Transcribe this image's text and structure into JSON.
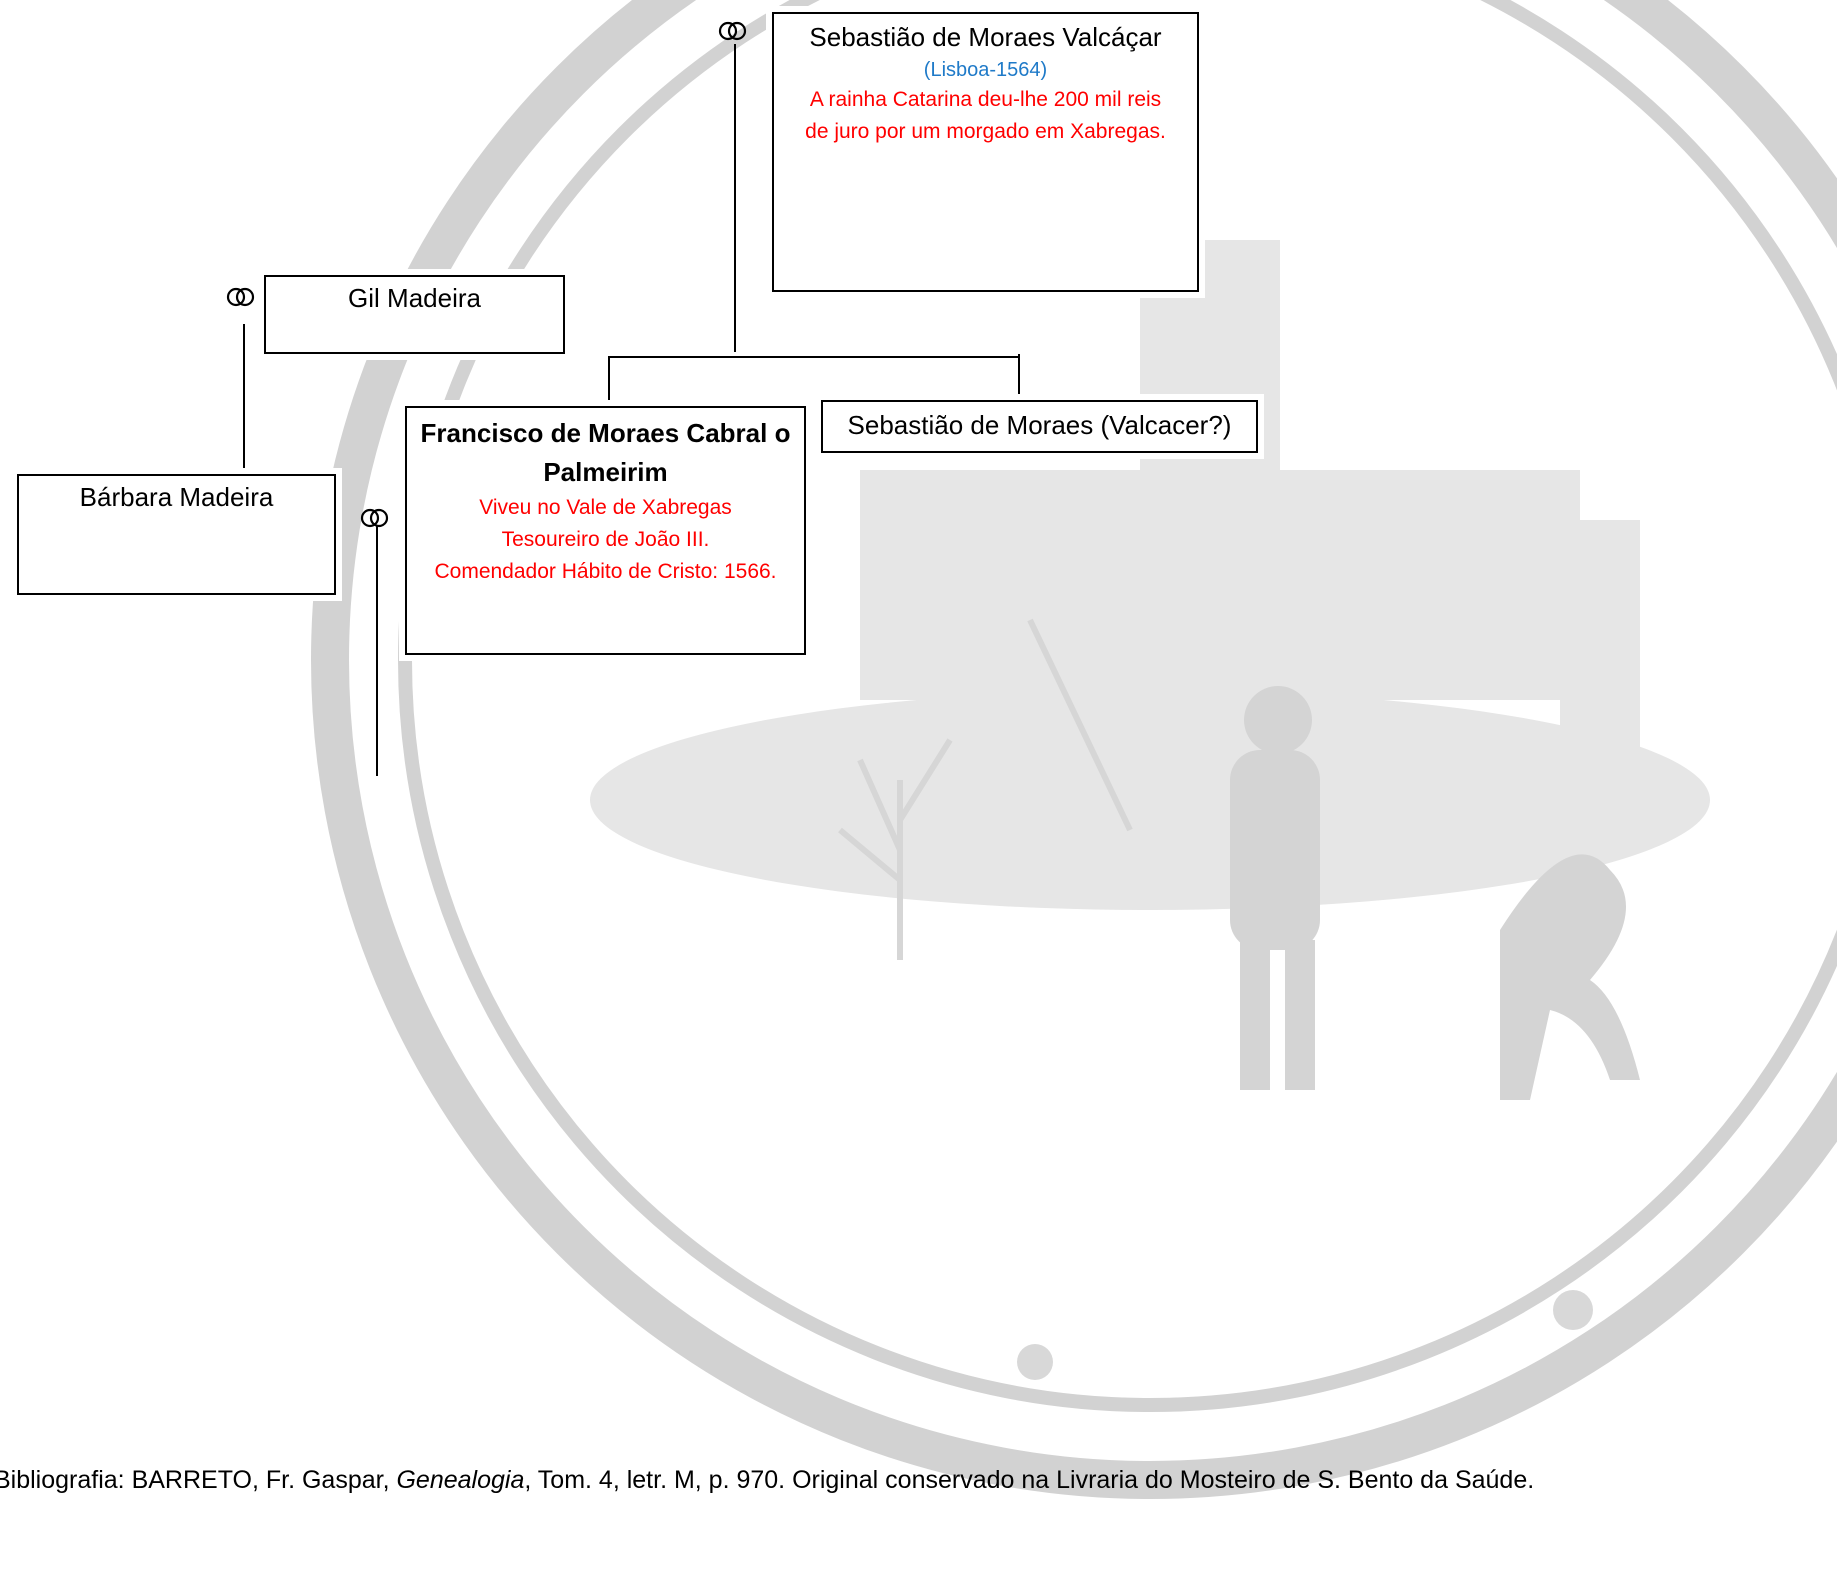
{
  "colors": {
    "name": "#000000",
    "place": "#1f7ac8",
    "note": "#ff0000",
    "watermark": "#c8c8c8"
  },
  "people": {
    "sebastiao_valcacar": {
      "name": "Sebastião de Moraes Valcáçar",
      "place": "(Lisboa-1564)",
      "notes": [
        "A rainha Catarina deu-lhe 200 mil reis",
        "de juro por um morgado em Xabregas."
      ]
    },
    "gil_madeira": {
      "name": "Gil Madeira"
    },
    "barbara_madeira": {
      "name": "Bárbara Madeira"
    },
    "francisco_palmeirim": {
      "name": "Francisco de Moraes Cabral o Palmeirim",
      "notes": [
        "Viveu no Vale de Xabregas",
        "Tesoureiro de João III.",
        "Comendador Hábito de Cristo: 1566."
      ]
    },
    "sebastiao_valcacer": {
      "name": "Sebastião de Moraes (Valcacer?)"
    }
  },
  "marriage_symbol": "marriage-rings-icon",
  "bibliography": {
    "prefix": "Bibliografia: BARRETO, Fr. Gaspar, ",
    "title": "Genealogia",
    "suffix": ", Tom. 4, letr. M, p. 970. Original conservado na Livraria do Mosteiro de S. Bento da Saúde."
  }
}
